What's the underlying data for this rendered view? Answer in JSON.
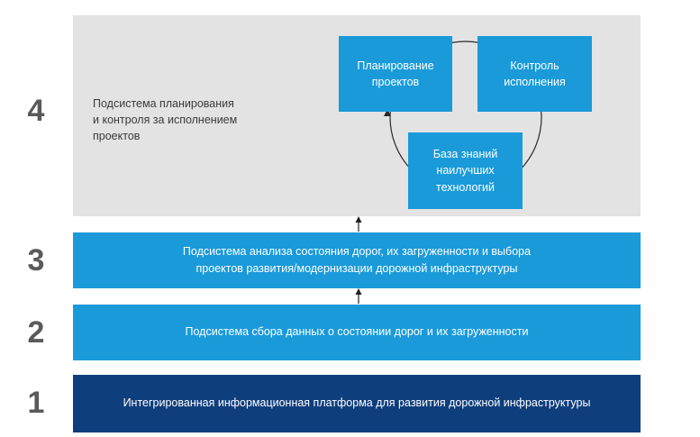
{
  "colors": {
    "top_layer_bg": "#e3e3e4",
    "light_blue": "#1a9ad9",
    "dark_navy": "#0f3e7d",
    "number_gray": "#5a5a5a",
    "text_dark": "#3a3a3a",
    "text_light": "#ffffff",
    "arrow": "#222222"
  },
  "layers": [
    {
      "number": "4",
      "label_lines": [
        "Подсистема планирования",
        "и контроля за исполнением",
        "проектов"
      ]
    },
    {
      "number": "3",
      "label_lines": [
        "Подсистема анализа состояния дорог, их загруженности и выбора",
        "проектов развития/модернизации дорожной инфраструктуры"
      ]
    },
    {
      "number": "2",
      "label": "Подсистема сбора данных о состоянии дорог и их загруженности"
    },
    {
      "number": "1",
      "label": "Интегрированная информационная платформа для развития дорожной инфраструктуры"
    }
  ],
  "cycle": {
    "planning_lines": [
      "Планирование",
      "проектов"
    ],
    "control_lines": [
      "Контроль",
      "исполнения"
    ],
    "knowledge_lines": [
      "База знаний",
      "наилучших",
      "технологий"
    ]
  }
}
